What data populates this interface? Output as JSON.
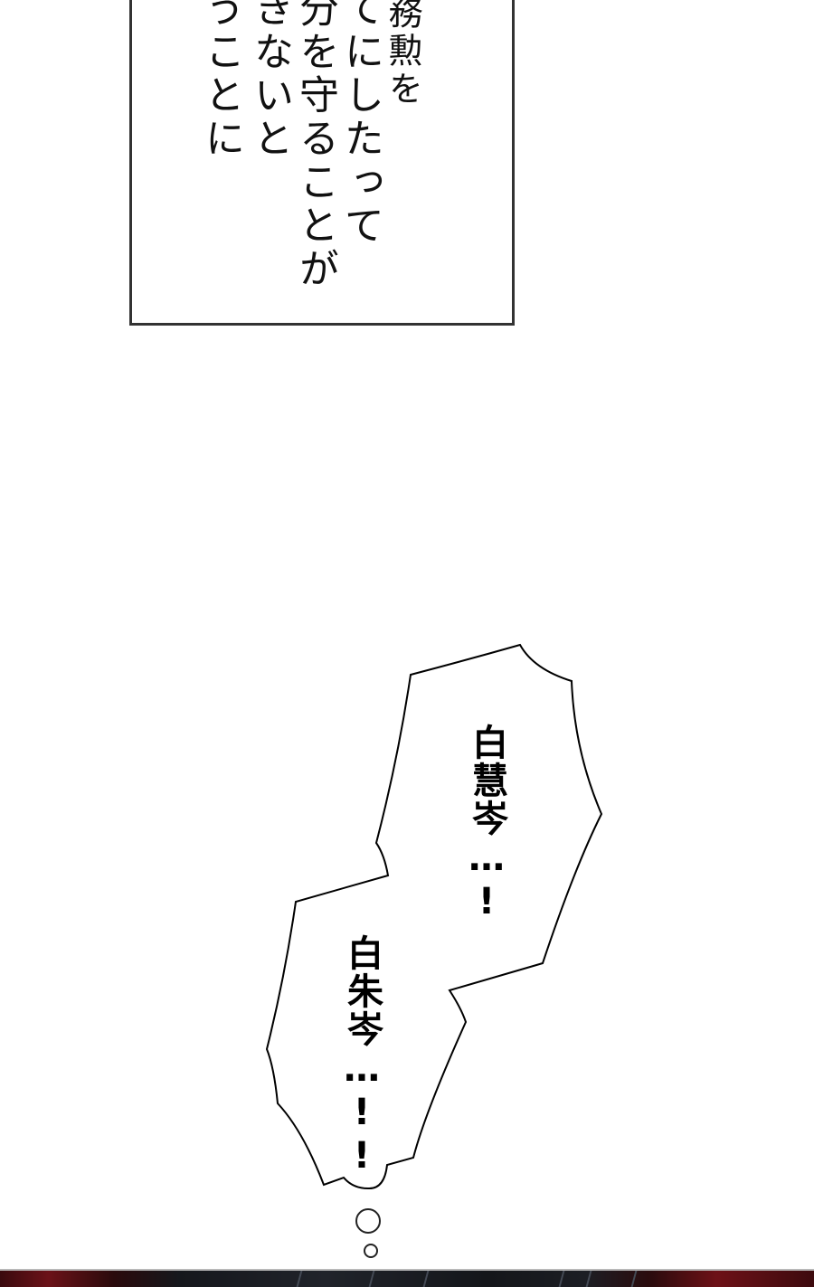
{
  "narration_box": {
    "columns": [
      "務勲を",
      "てにしたって",
      "分を守ることが",
      "きないと",
      "うことに"
    ],
    "border_color": "#333333"
  },
  "thought_bubble": {
    "lines": [
      "白慧岑…!",
      "白朱岑…!!"
    ],
    "outline_color": "#000000"
  },
  "bottom_panel": {
    "accent_colors": [
      "#6b1218",
      "#15171c"
    ]
  }
}
